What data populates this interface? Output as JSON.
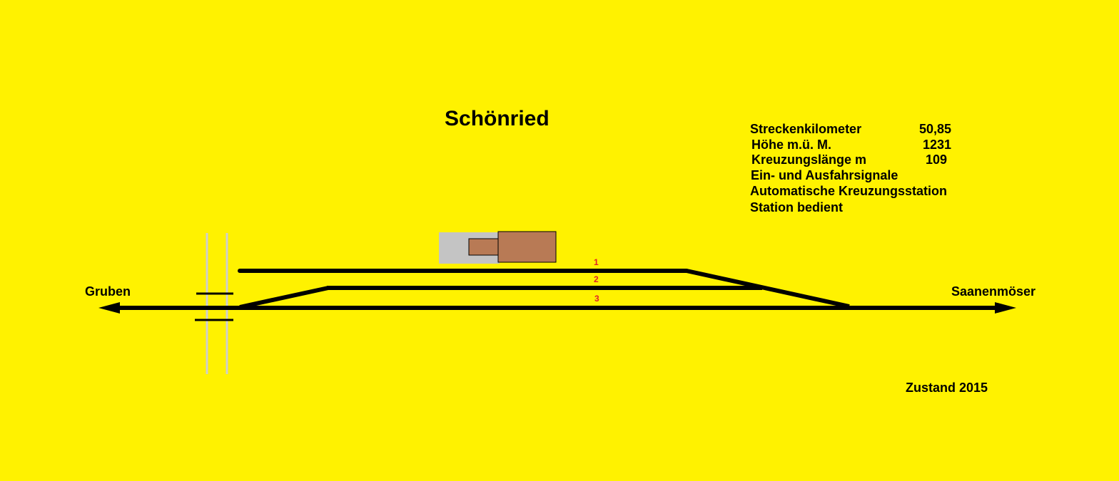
{
  "station": {
    "name": "Schönried"
  },
  "destinations": {
    "left": "Gruben",
    "right": "Saanenmöser"
  },
  "info": {
    "km_label": "Streckenkilometer",
    "km_value": "50,85",
    "alt_label": "Höhe  m.ü. M.",
    "alt_value": "1231",
    "cross_label": "Kreuzungslänge  m",
    "cross_value": "109",
    "line4": "Ein- und Ausfahrsignale",
    "line5": "Automatische Kreuzungsstation",
    "line6": "Station bedient"
  },
  "tracks": [
    "1",
    "2",
    "3"
  ],
  "status": "Zustand  2015",
  "colors": {
    "background": "#FFF200",
    "track": "#000000",
    "building_main": "#B87A55",
    "building_annex": "#C4C4C4",
    "track_numbers": "#E0202A",
    "road": "#CFCFCF"
  }
}
